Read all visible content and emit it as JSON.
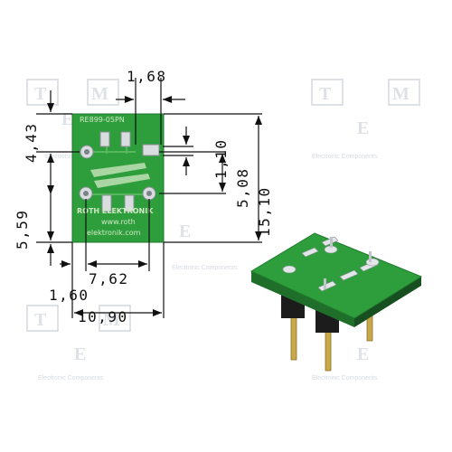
{
  "dimensions": {
    "d_1_68": "1,68",
    "d_4_43": "4,43",
    "d_1_10": "1,10",
    "d_5_08": "5,08",
    "d_15_10": "15,10",
    "d_5_59": "5,59",
    "d_7_62": "7,62",
    "d_1_60": "1,60",
    "d_10_90": "10,90"
  },
  "pcb": {
    "part_code": "RE899-05PN",
    "brand": "ROTH ELEKTRONIK",
    "url_line1": "www.roth",
    "url_line2": "elektronik.com"
  },
  "watermark": {
    "letters": [
      "T",
      "M",
      "E"
    ],
    "caption": "Electronic Components"
  },
  "colors": {
    "pcb_green": "#2e9e3c",
    "pcb_edge": "#1f7a2c",
    "pad_silver": "#d9dde0",
    "dimension_line": "#111111",
    "watermark": "#d3d9df"
  }
}
